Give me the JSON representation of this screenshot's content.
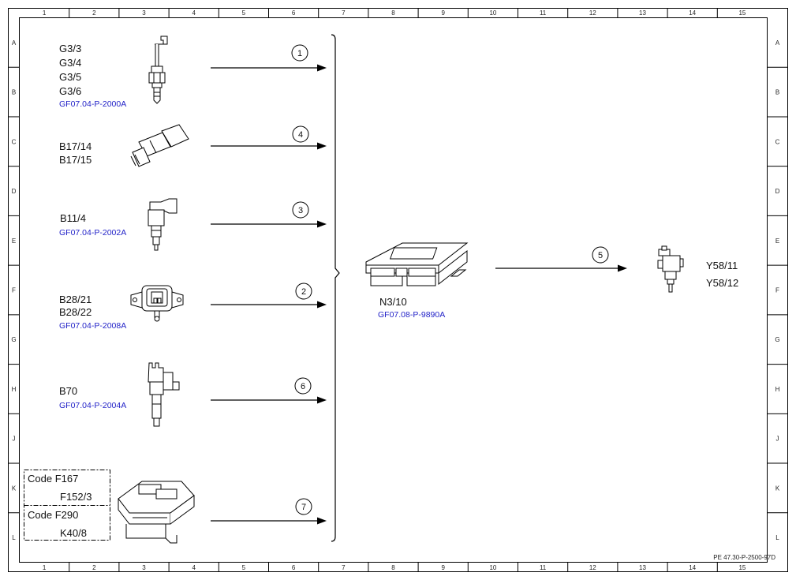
{
  "grid": {
    "columns": [
      "1",
      "2",
      "3",
      "4",
      "5",
      "6",
      "7",
      "8",
      "9",
      "10",
      "11",
      "12",
      "13",
      "14",
      "15"
    ],
    "rows": [
      "A",
      "B",
      "C",
      "D",
      "E",
      "F",
      "G",
      "H",
      "J",
      "K",
      "L"
    ]
  },
  "footer_code": "PE 47.30-P-2500-97D",
  "components": [
    {
      "labels": [
        "G3/3",
        "G3/4",
        "G3/5",
        "G3/6"
      ],
      "ref": "GF07.04-P-2000A",
      "signal": "1",
      "icon": "oxygen-sensor-icon"
    },
    {
      "labels": [
        "B17/14",
        "B17/15"
      ],
      "ref": "",
      "signal": "4",
      "icon": "temperature-sensor-icon"
    },
    {
      "labels": [
        "B11/4"
      ],
      "ref": "GF07.04-P-2002A",
      "signal": "3",
      "icon": "coolant-sensor-icon"
    },
    {
      "labels": [
        "B28/21",
        "B28/22"
      ],
      "ref": "GF07.04-P-2008A",
      "signal": "2",
      "icon": "pressure-sensor-icon"
    },
    {
      "labels": [
        "B70"
      ],
      "ref": "GF07.04-P-2004A",
      "signal": "6",
      "icon": "crankshaft-sensor-icon"
    },
    {
      "labels": [],
      "ref": "",
      "signal": "7",
      "icon": "control-module-icon"
    }
  ],
  "code_boxes": [
    {
      "code": "Code F167",
      "label": "F152/3"
    },
    {
      "code": "Code F290",
      "label": "K40/8"
    }
  ],
  "control_unit": {
    "label": "N3/10",
    "ref": "GF07.08-P-9890A"
  },
  "output_signal": "5",
  "actuator": {
    "labels": [
      "Y58/11",
      "Y58/12"
    ]
  }
}
